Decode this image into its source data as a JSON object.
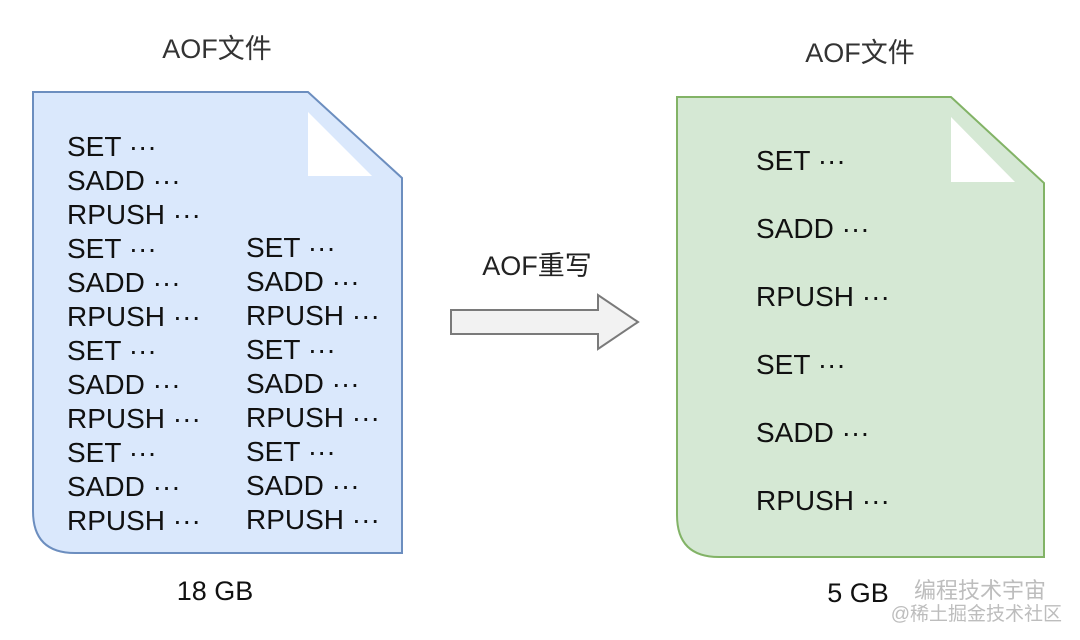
{
  "left_file": {
    "title": "AOF文件",
    "fill": "#dae8fc",
    "stroke": "#6c8ebf",
    "col1": [
      "SET ···",
      "SADD ···",
      "RPUSH ···",
      "SET ···",
      "SADD ···",
      "RPUSH ···",
      "SET ···",
      "SADD ···",
      "RPUSH ···",
      "SET ···",
      "SADD ···",
      "RPUSH ···"
    ],
    "col2": [
      "SET ···",
      "SADD ···",
      "RPUSH ···",
      "SET ···",
      "SADD ···",
      "RPUSH ···",
      "SET ···",
      "SADD ···",
      "RPUSH ···"
    ],
    "size": "18 GB"
  },
  "arrow": {
    "label": "AOF重写",
    "fill": "#f2f2f2",
    "stroke": "#7a7a7a"
  },
  "right_file": {
    "title": "AOF文件",
    "fill": "#d5e8d4",
    "stroke": "#82b366",
    "commands": [
      "SET ···",
      "SADD ···",
      "RPUSH ···",
      "SET ···",
      "SADD ···",
      "RPUSH ···"
    ],
    "size": "5 GB"
  },
  "watermark": {
    "line1": "编程技术宇宙",
    "line2": "@稀土掘金技术社区"
  }
}
